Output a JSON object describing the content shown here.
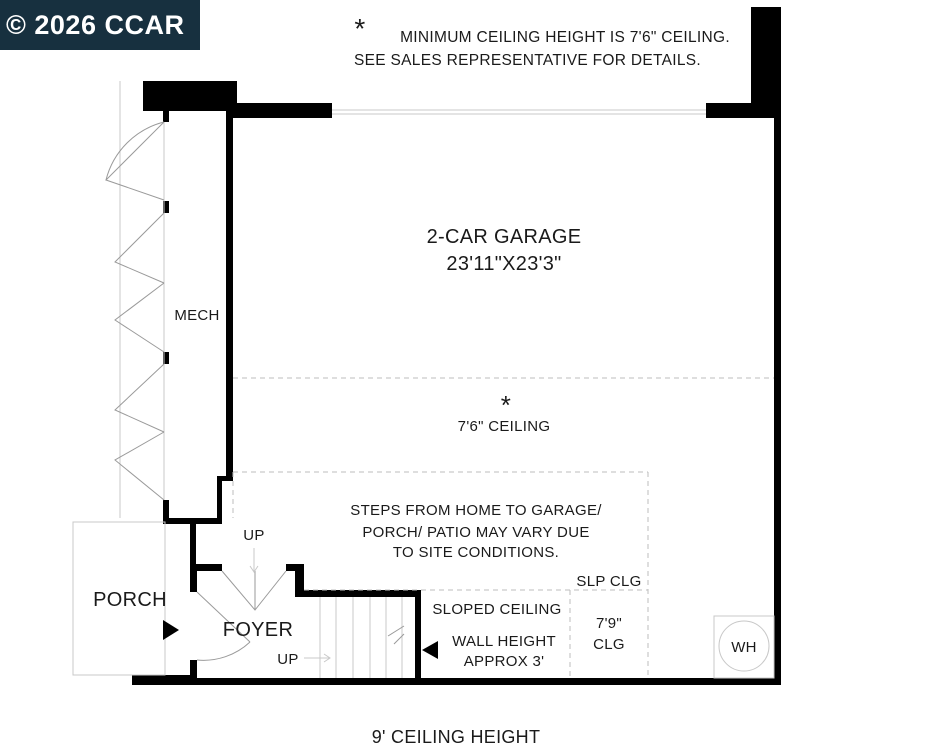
{
  "watermark": {
    "text": "© 2026 CCAR"
  },
  "note": {
    "asterisk": "*",
    "line1": "MINIMUM CEILING HEIGHT IS 7'6\" CEILING.",
    "line2": "SEE SALES REPRESENTATIVE FOR DETAILS."
  },
  "rooms": {
    "garage_name": "2-CAR GARAGE",
    "garage_dims": "23'11\"X23'3\"",
    "mech": "MECH",
    "ceiling_asterisk": "*",
    "ceiling": "7'6\" CEILING",
    "porch": "PORCH",
    "foyer": "FOYER",
    "wh": "WH"
  },
  "labels": {
    "steps_line1": "STEPS FROM HOME TO GARAGE/",
    "steps_line2": "PORCH/ PATIO MAY VARY DUE",
    "steps_line3": "TO SITE CONDITIONS.",
    "up_top": "UP",
    "up_bottom": "UP",
    "slp_clg": "SLP CLG",
    "sloped_ceiling": "SLOPED CEILING",
    "wall_height_1": "WALL HEIGHT",
    "wall_height_2": "APPROX 3'",
    "clg_79_1": "7'9\"",
    "clg_79_2": "CLG"
  },
  "footer": {
    "text": "9' CEILING HEIGHT"
  }
}
